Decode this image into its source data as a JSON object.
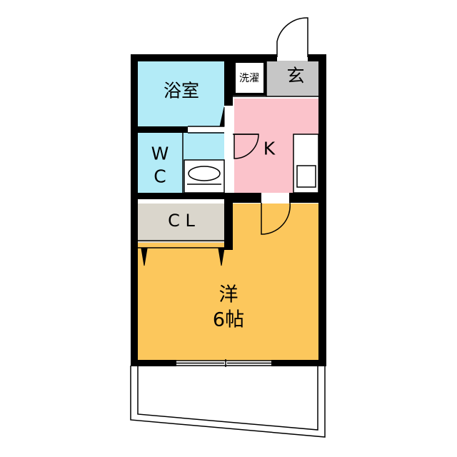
{
  "rooms": {
    "bath": {
      "label": "浴室",
      "color": "#B3EBF7"
    },
    "wc": {
      "label_line1": "W",
      "label_line2": "C",
      "color": "#B3EBF7"
    },
    "kitchen": {
      "label": "K",
      "color": "#FBC3CB"
    },
    "entrance": {
      "label": "玄",
      "color": "#C6C6C6"
    },
    "laundry": {
      "label": "洗濯"
    },
    "closet": {
      "label": "C L",
      "color": "#DAD6CC"
    },
    "western_room": {
      "label_line1": "洋",
      "label_line2": "6帖",
      "color": "#FCC75C"
    }
  },
  "wall_color": "#000000"
}
